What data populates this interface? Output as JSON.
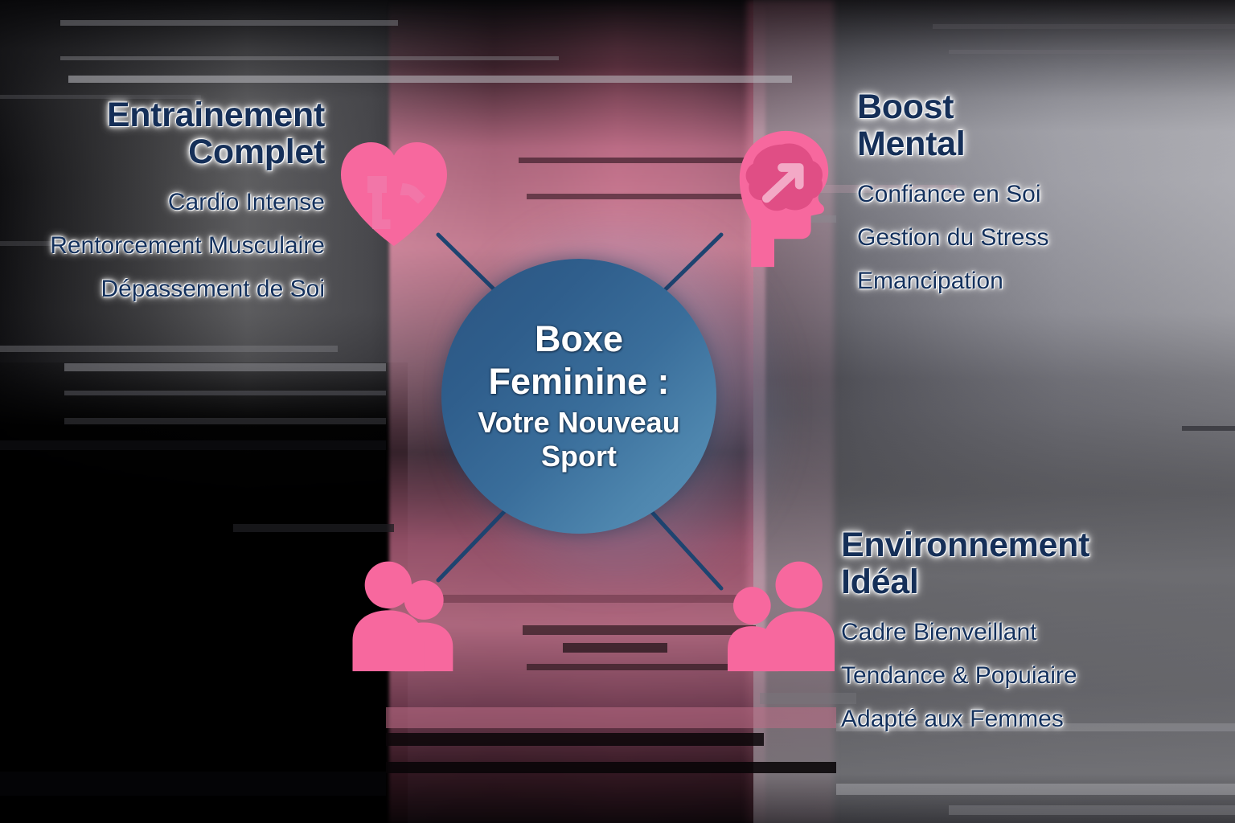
{
  "center": {
    "title_line1": "Boxe",
    "title_line2": "Feminine :",
    "subtitle_line1": "Votre Nouveau",
    "subtitle_line2": "Sport"
  },
  "colors": {
    "heading_navy": "#152f58",
    "item_navy": "#13305c",
    "circle_blue_dark": "#2b5581",
    "circle_blue_light": "#5b93ba",
    "connector_blue": "#1e4470",
    "icon_pink": "#f8699f",
    "icon_pink_dark": "#e04e85"
  },
  "branches": [
    {
      "id": "training",
      "heading_line1": "Entrainement",
      "heading_line2": "Complet",
      "icon": "heart-pulse-icon",
      "items": [
        "Cardio Intense",
        "Rentorcement Musculaire",
        "Dépassement de Soi"
      ]
    },
    {
      "id": "mental",
      "heading_line1": "Boost",
      "heading_line2": "Mental",
      "icon": "head-brain-arrow-icon",
      "items": [
        "Confiance en Soi",
        "Gestion du Stress",
        "Emancipation"
      ]
    },
    {
      "id": "environment",
      "heading_line1": "Environnement",
      "heading_line2": "Idéal",
      "icon": "two-people-icon",
      "items": [
        "Cadre Bienveillant",
        "Tendance & Popuiaire",
        "Adapté aux Femmes"
      ]
    },
    {
      "id": "community",
      "icon": "two-people-icon"
    }
  ]
}
